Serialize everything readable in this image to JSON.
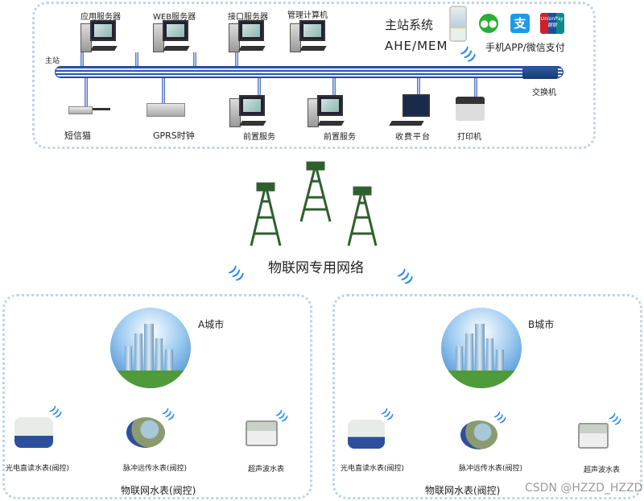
{
  "master_station": {
    "title": "主站系统",
    "subtitle": "AHE/MEM",
    "bus_label": "主站",
    "top_nodes": [
      "应用服务器",
      "WEB服务器",
      "接口服务器",
      "管理计算机"
    ],
    "bottom_nodes": [
      "短信猫",
      "GPRS时钟",
      "前置服务",
      "前置服务",
      "收费平台",
      "打印机"
    ],
    "payment_label": "手机APP/微信支付",
    "switch_label": "交换机",
    "unionpay_text": "UnionPay 银联"
  },
  "network": {
    "label": "物联网专用网络"
  },
  "cities": [
    {
      "name": "A城市",
      "meters": [
        "光电直读水表(阀控)",
        "脉冲远传水表(阀控)",
        "超声波水表"
      ],
      "group_label": "物联网水表(阀控)"
    },
    {
      "name": "B城市",
      "meters": [
        "光电直读水表(阀控)",
        "脉冲远传水表(阀控)",
        "超声波水表"
      ],
      "group_label": "物联网水表(阀控)"
    }
  ],
  "watermark": "CSDN @HZZD_HZZD",
  "colors": {
    "bus": "#2a56b8",
    "border": "#bcd6e6",
    "wifi": "#2f8fe8",
    "tower": "#2f5f2f"
  }
}
